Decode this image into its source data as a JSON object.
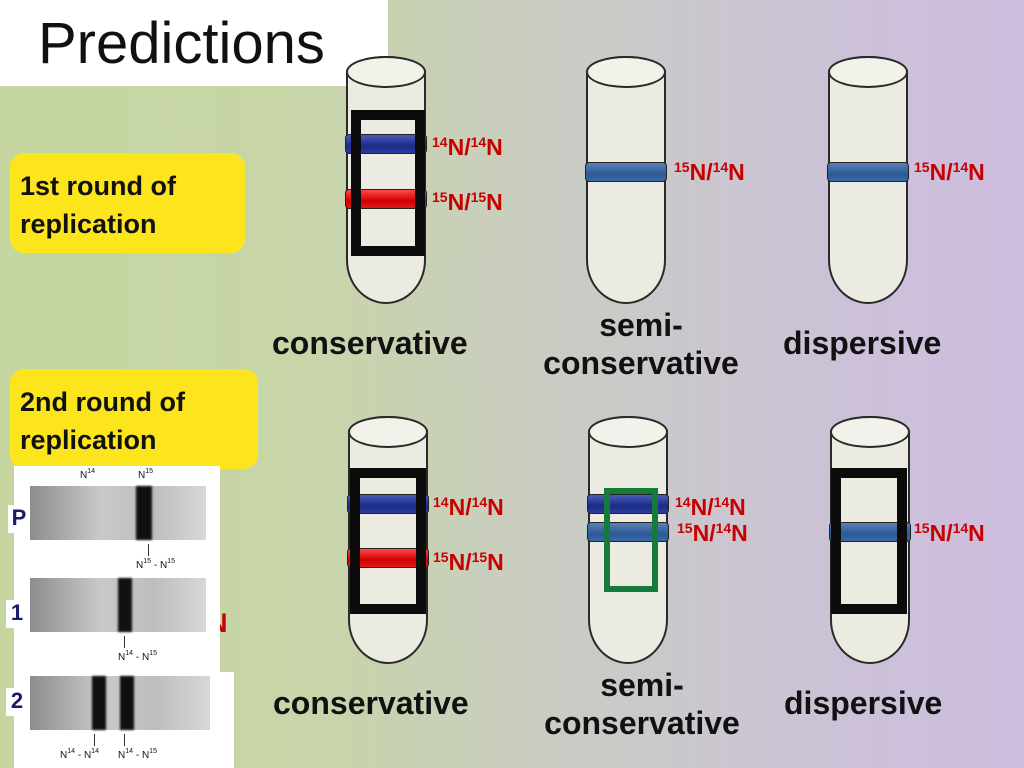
{
  "title": "Predictions",
  "callouts": {
    "first": [
      "1st round of",
      "replication"
    ],
    "second": [
      "2nd round of",
      "replication"
    ]
  },
  "isotopes": {
    "n14_14": {
      "a": "14",
      "b": "N/",
      "c": "14",
      "d": "N"
    },
    "n15_15": {
      "a": "15",
      "b": "N/",
      "c": "15",
      "d": "N"
    },
    "n15_14": {
      "a": "15",
      "b": "N/",
      "c": "14",
      "d": "N"
    }
  },
  "categories": {
    "conservative": "conservative",
    "semi_line1": "semi-",
    "semi_line2": "conservative",
    "dispersive": "dispersive"
  },
  "gel": {
    "row_labels": [
      "P",
      "1",
      "2"
    ],
    "n14": "N",
    "n14_sup": "14",
    "n15": "N",
    "n15_sup": "15",
    "dash": "-",
    "stray_letter": "N"
  },
  "colors": {
    "band_blue": "#1c2a88",
    "band_red": "#d00000",
    "band_steel": "#2c5a96",
    "label_red": "#c80000",
    "callout_yellow": "#fde51e",
    "highlight_green": "#157a3a"
  }
}
